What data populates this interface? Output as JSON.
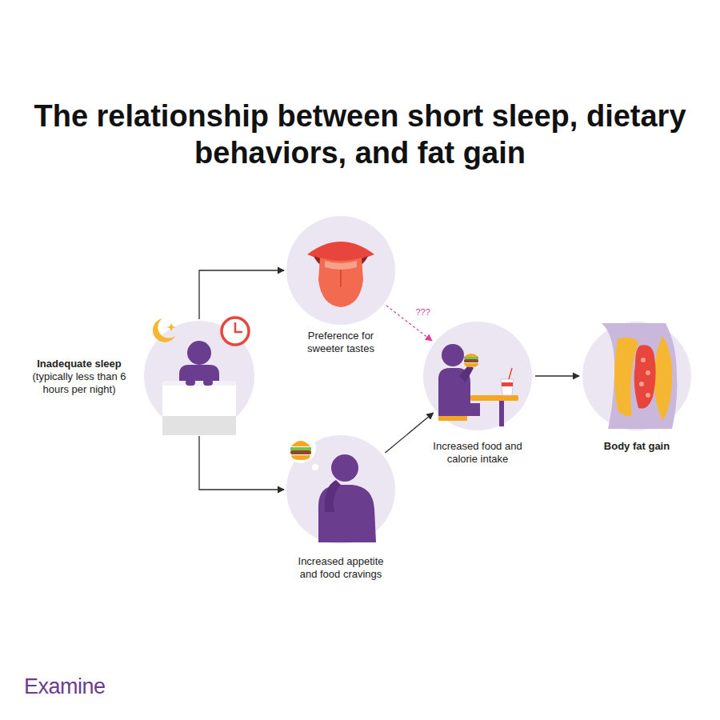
{
  "diagram": {
    "title": "The relationship between short sleep, dietary behaviors, and fat gain",
    "nodes": [
      {
        "text": [
          "Inadequate sleep",
          "(typically less than 6 hours per night)"
        ]
      },
      {
        "text": [
          "Preference for sweeter tastes"
        ]
      },
      {
        "text": [
          "Increased appetite and food cravings"
        ]
      },
      {
        "text": [
          "Increased food and calorie intake"
        ]
      },
      {
        "text": [
          "Body fat gain"
        ]
      }
    ],
    "edges": [
      {
        "from": 0,
        "to": 1,
        "arrow": "to"
      },
      {
        "from": 0,
        "to": 2,
        "arrow": "to"
      },
      {
        "from": 1,
        "to": 3,
        "arrow": "to",
        "label": "???"
      },
      {
        "from": 2,
        "to": 3,
        "arrow": "to"
      },
      {
        "from": 3,
        "to": 4,
        "arrow": "to"
      }
    ],
    "labels": [
      "Examine"
    ]
  }
}
